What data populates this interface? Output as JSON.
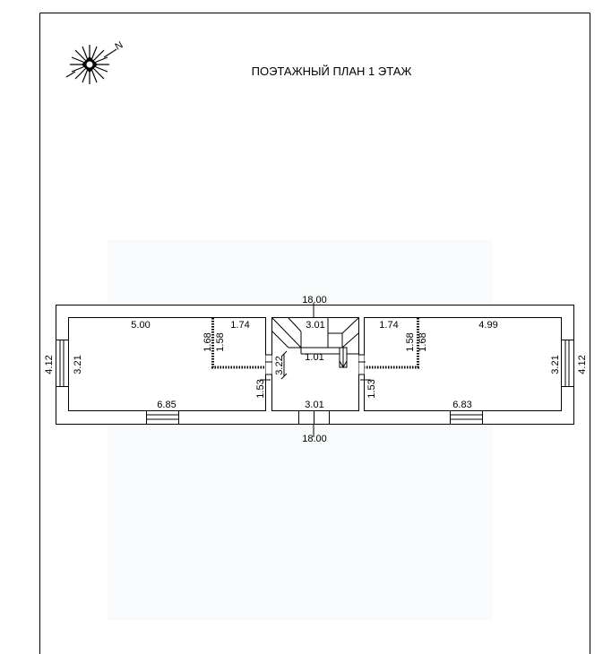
{
  "sheet": {
    "title": "ПОЭТАЖНЫЙ ПЛАН 1 ЭТАЖ",
    "compass_letter": "N"
  },
  "dimensions": {
    "overall_top": "18.00",
    "overall_bottom": "18.00",
    "left_outer_height": "4.12",
    "right_outer_height": "4.12",
    "left_room_height": "3.21",
    "right_room_height": "3.21",
    "left_room_top": "5.00",
    "right_room_top": "4.99",
    "left_room_bottom": "6.85",
    "right_room_bottom": "6.83",
    "left_closet_width": "1.74",
    "right_closet_width": "1.74",
    "left_closet_height_a": "1.68",
    "left_closet_height_b": "1.58",
    "right_closet_height_a": "1.58",
    "right_closet_height_b": "1.68",
    "hall_top": "3.01",
    "hall_bottom": "3.01",
    "hall_stair": "1.01",
    "hall_height": "3.22",
    "left_door": "1.53",
    "right_door": "1.53"
  },
  "colors": {
    "line": "#000000",
    "panel": "#f9fafc",
    "background": "#ffffff"
  }
}
